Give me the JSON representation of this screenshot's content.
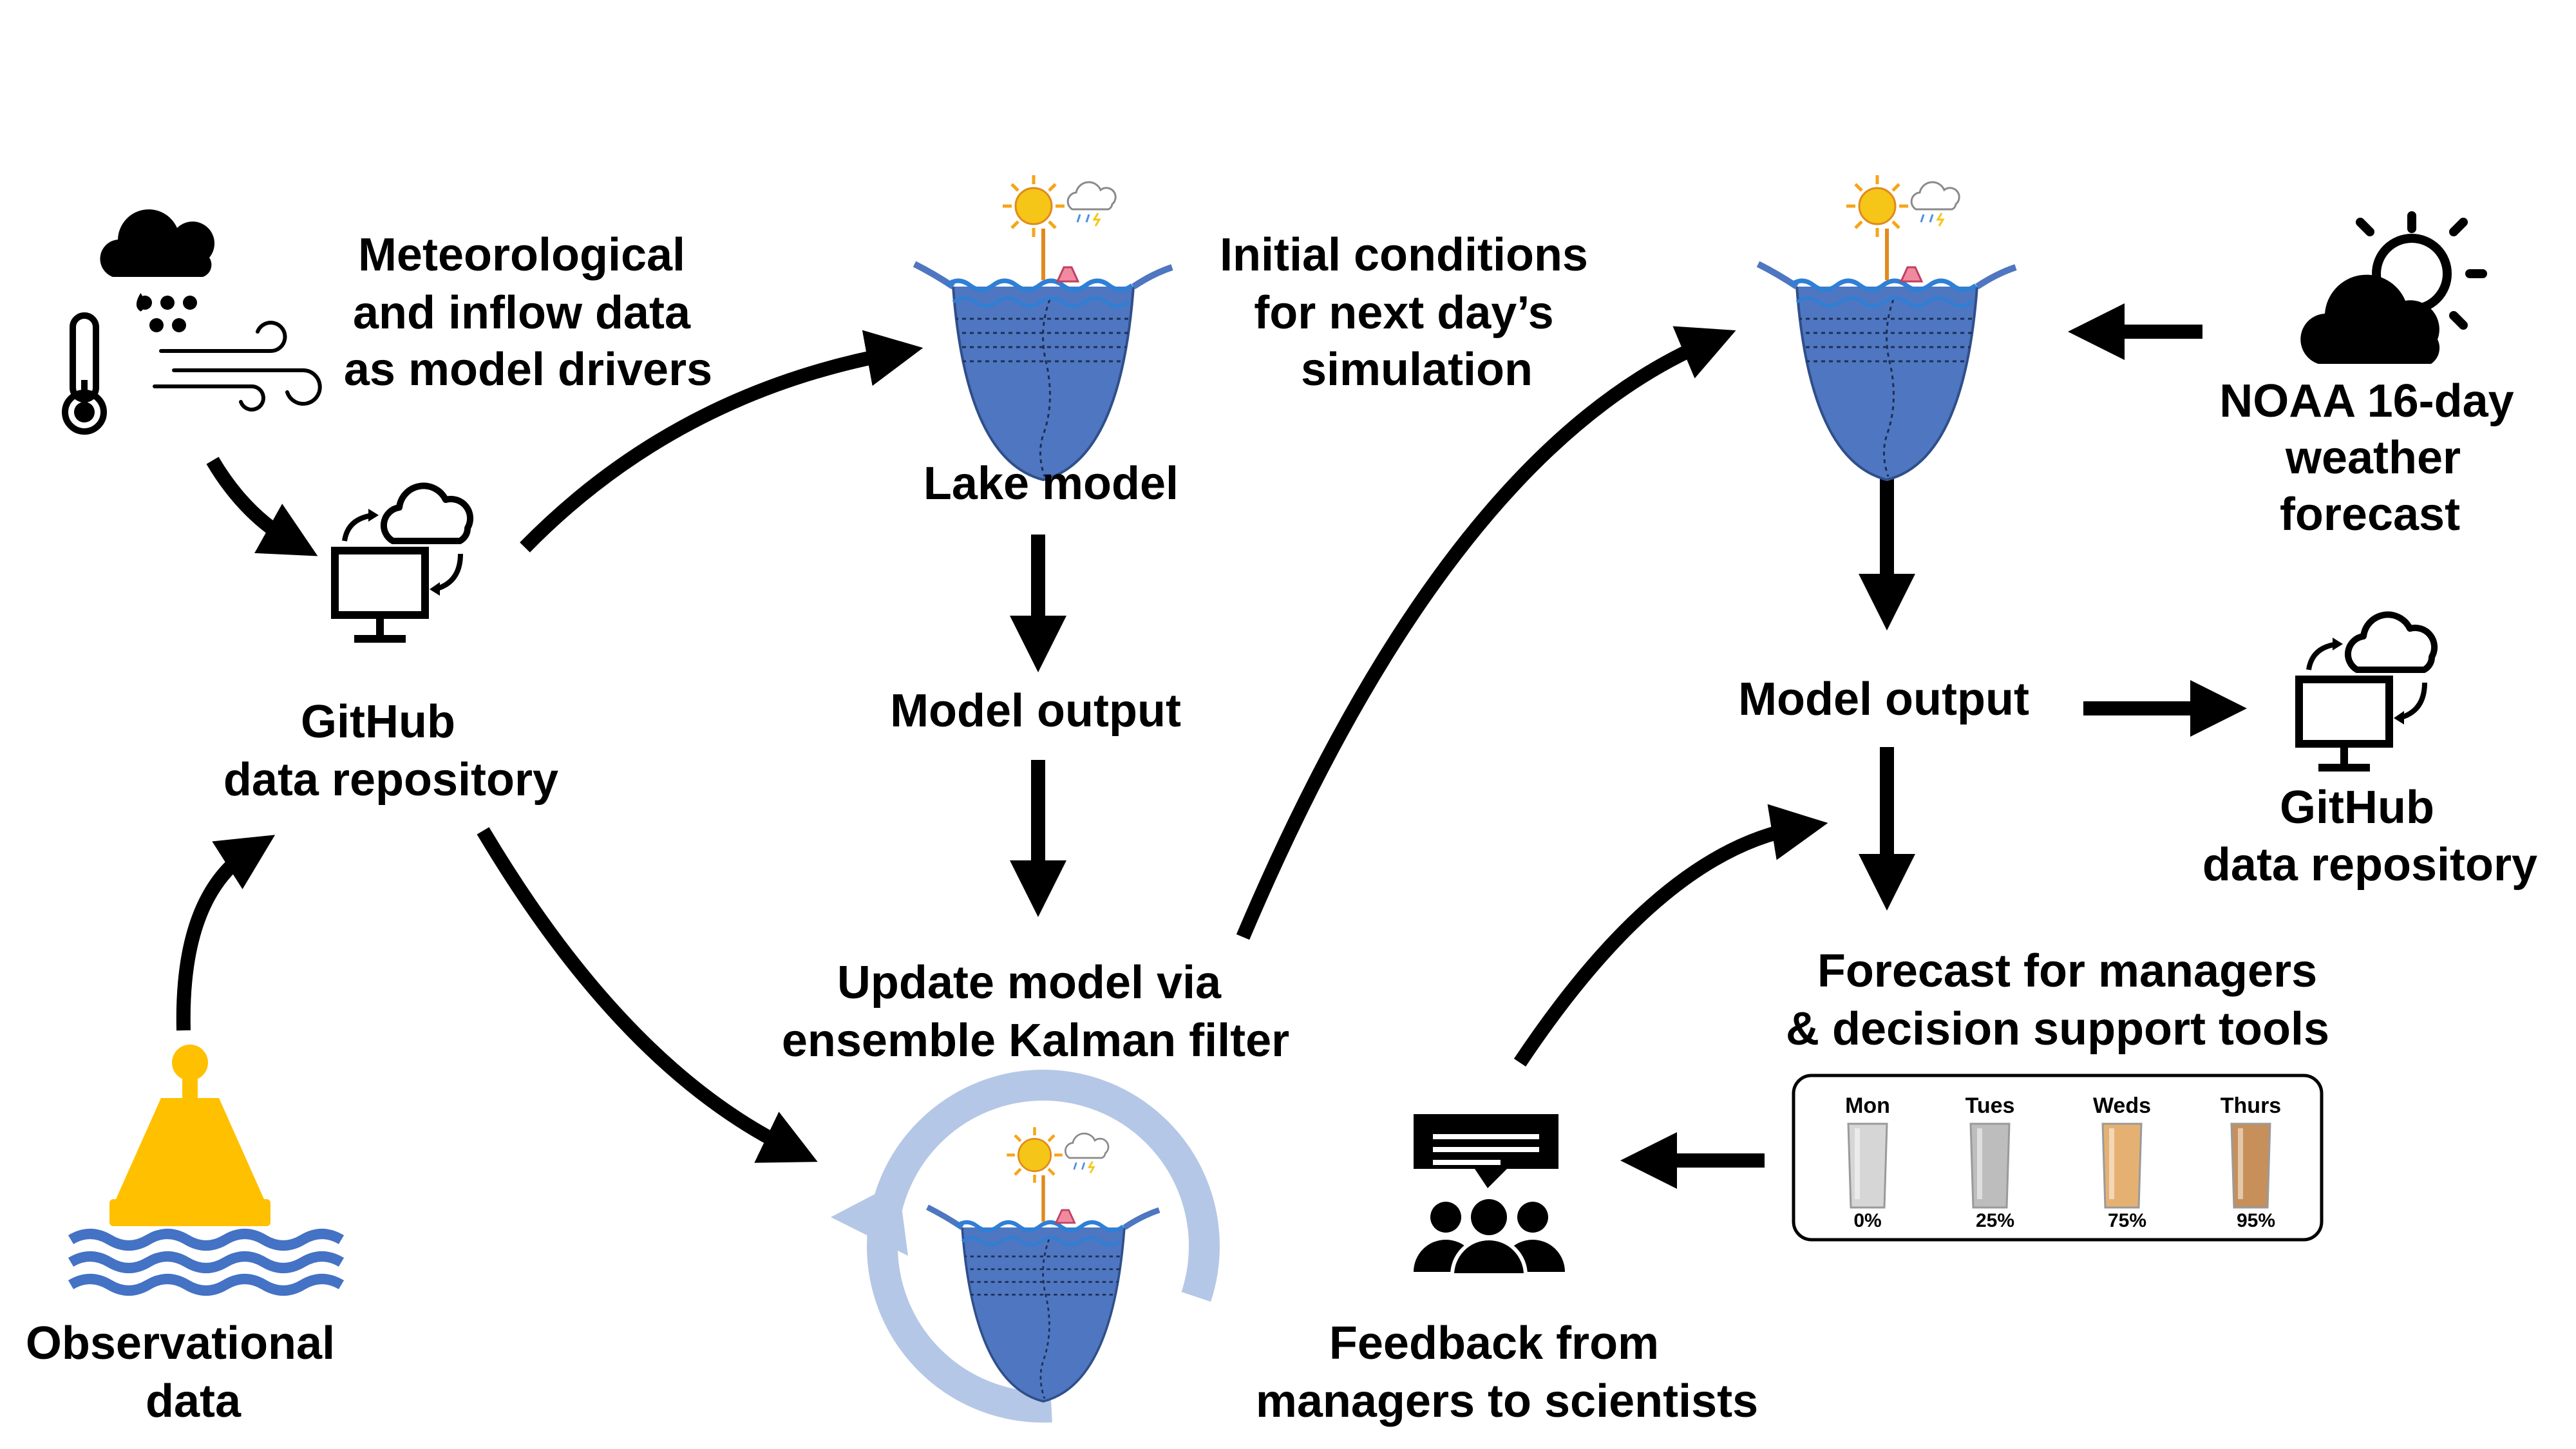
{
  "colors": {
    "lake_fill": "#4f76c0",
    "lake_surface": "#2e7fd6",
    "cycle_ring": "#b5c7e6",
    "buoy": "#ffc000",
    "waves": "#4472c4",
    "sun": "#f5c518",
    "text": "#000000"
  },
  "labels": {
    "met_data": [
      "Meteorological",
      "and inflow data",
      "as model drivers"
    ],
    "github_left": [
      "GitHub",
      "data repository"
    ],
    "observational": [
      "Observational",
      "data"
    ],
    "lake_model": "Lake model",
    "model_output_left": "Model output",
    "update_model": [
      "Update model via",
      "ensemble Kalman filter"
    ],
    "initial_conditions": [
      "Initial conditions",
      "for next day’s",
      "simulation"
    ],
    "noaa": [
      "NOAA 16-day",
      "weather",
      "forecast"
    ],
    "model_output_right": "Model output",
    "github_right": [
      "GitHub",
      "data repository"
    ],
    "forecast": [
      "Forecast for managers",
      "& decision support tools"
    ],
    "feedback": [
      "Feedback from",
      "managers to scientists"
    ]
  },
  "forecast_panel": {
    "days": [
      {
        "day": "Mon",
        "pct": "0%",
        "color": "#d6d6d6"
      },
      {
        "day": "Tues",
        "pct": "25%",
        "color": "#bdbdbd"
      },
      {
        "day": "Weds",
        "pct": "75%",
        "color": "#e5b173"
      },
      {
        "day": "Thurs",
        "pct": "95%",
        "color": "#c7905a"
      }
    ]
  },
  "icons": {
    "weather_inputs": "rain-cloud-thermometer-wind-icon",
    "github": "computer-cloud-sync-icon",
    "buoy": "buoy-icon",
    "lake": "lake-profile-icon",
    "cycle": "cycle-arrow-icon",
    "noaa": "sun-cloud-icon",
    "feedback": "group-speech-bubble-icon"
  }
}
